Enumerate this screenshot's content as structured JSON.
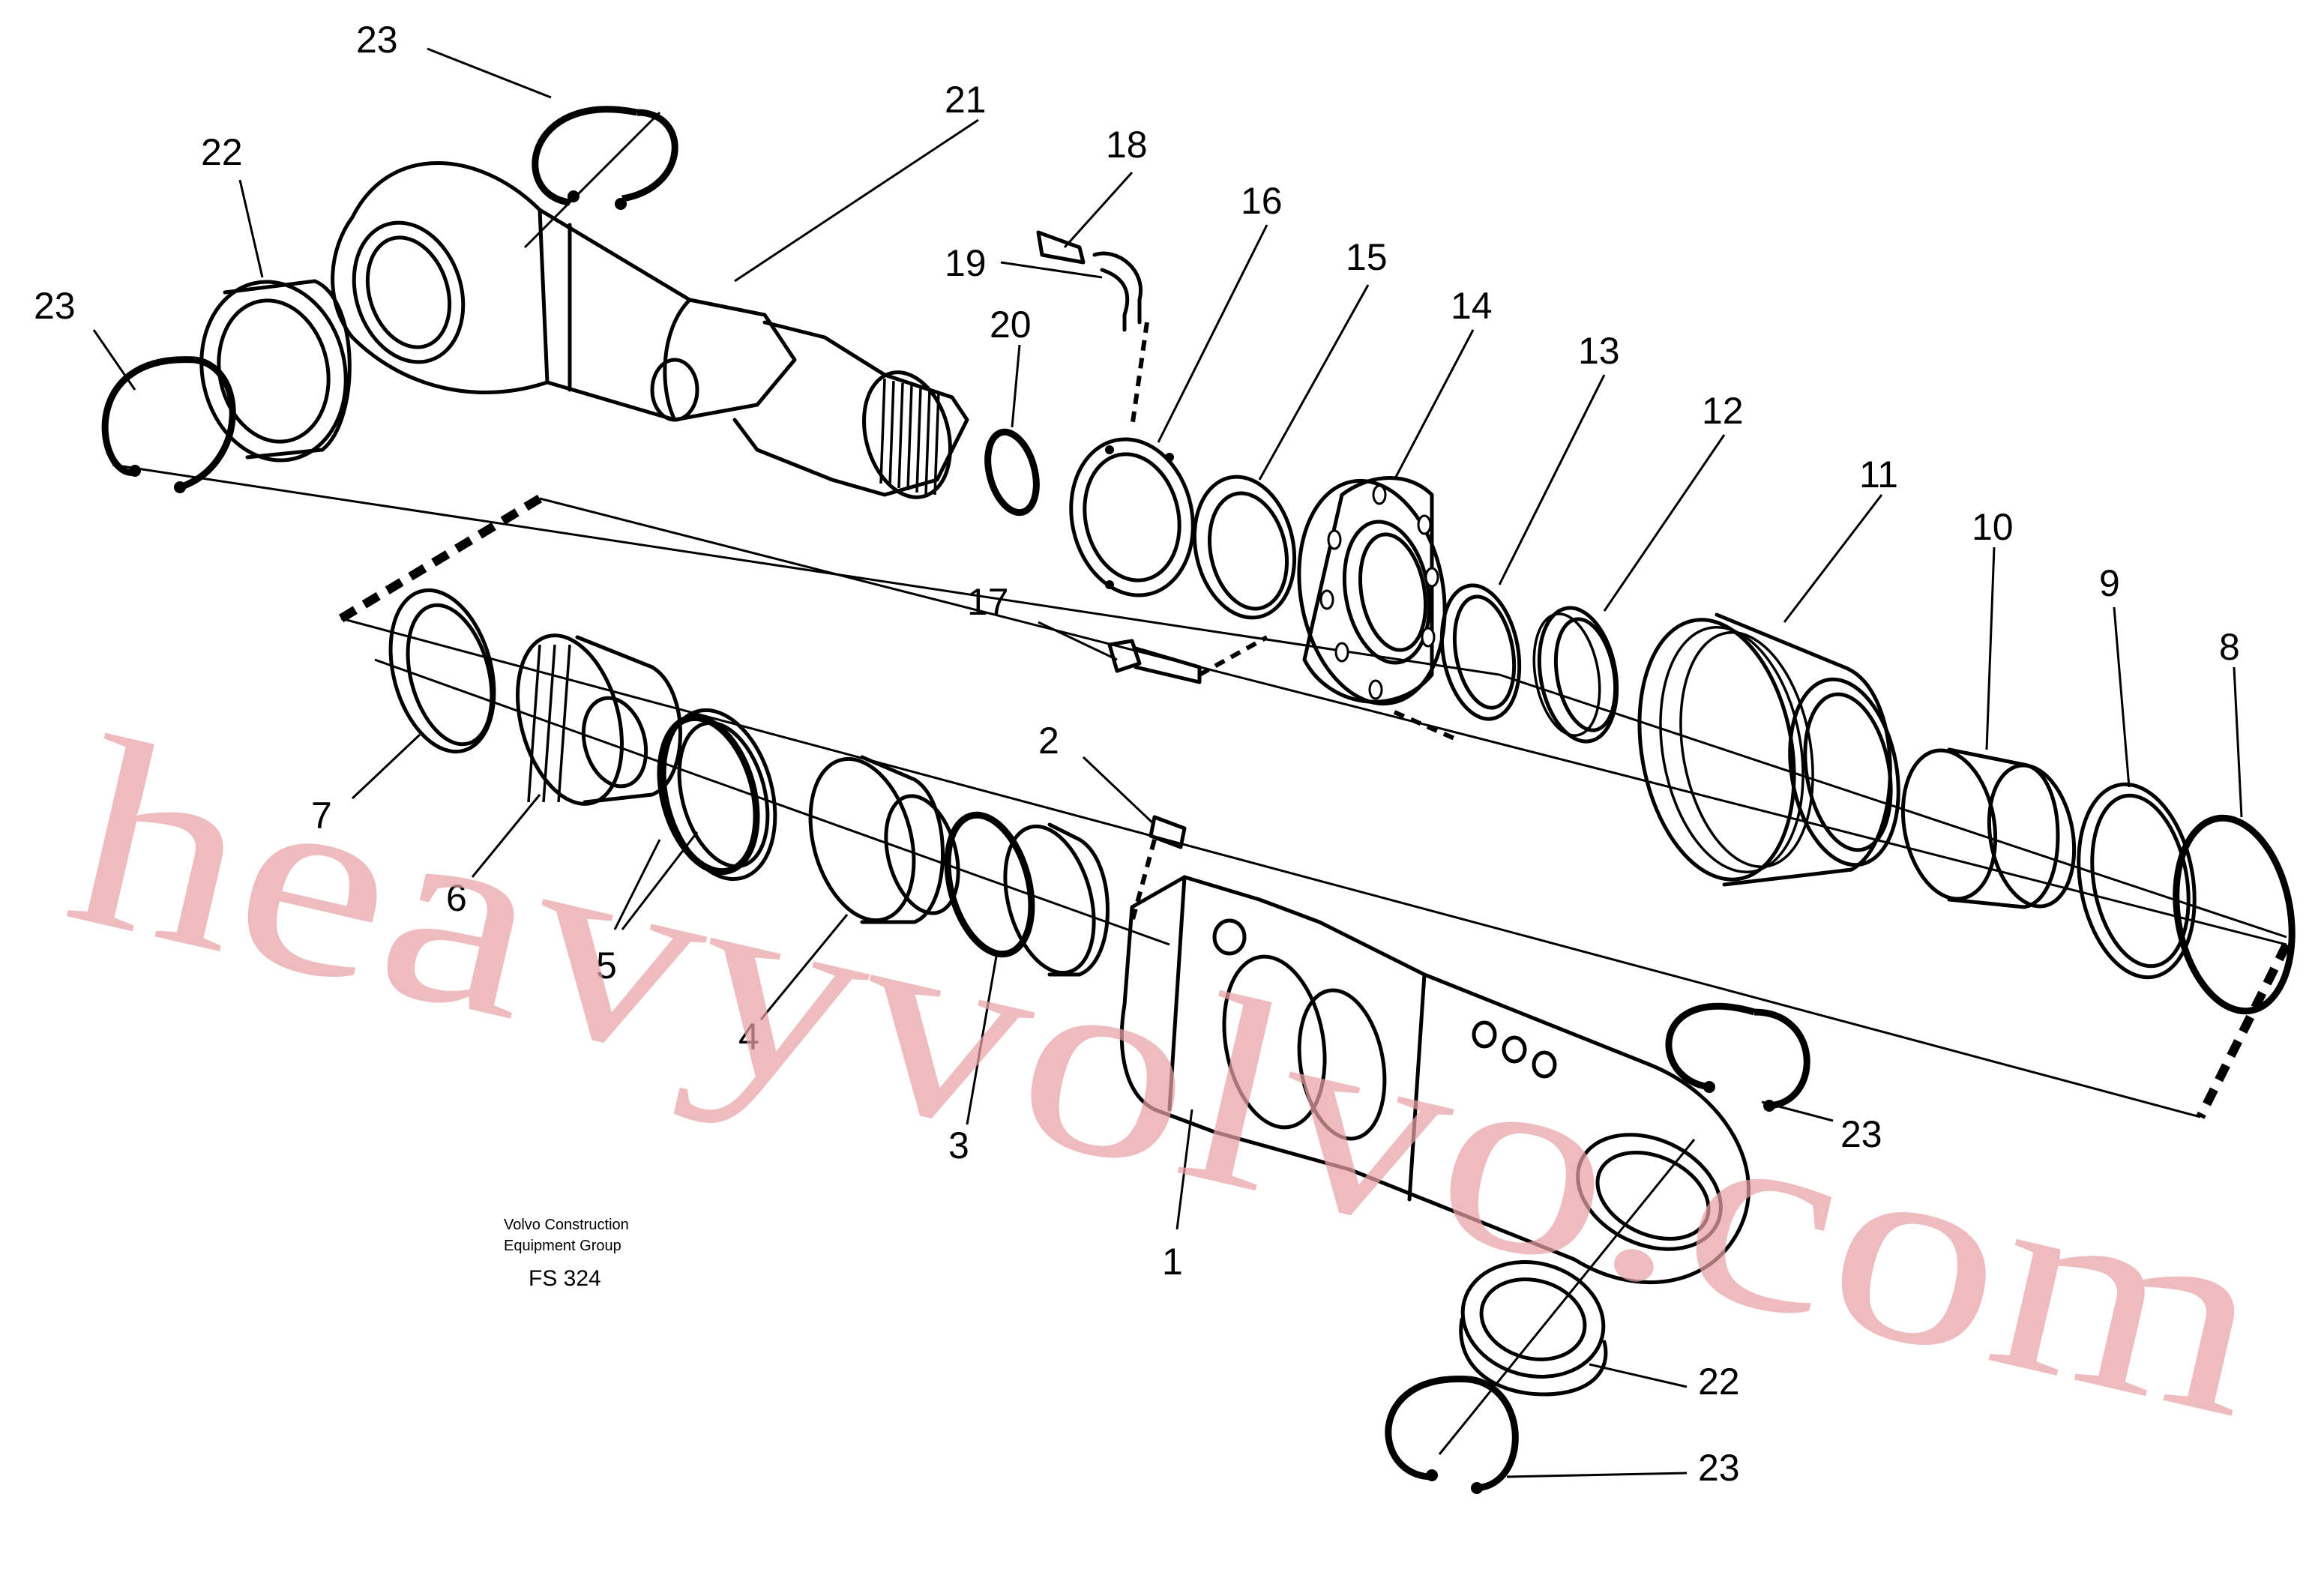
{
  "diagram": {
    "callouts": [
      {
        "id": "c23a",
        "label": "23"
      },
      {
        "id": "c22a",
        "label": "22"
      },
      {
        "id": "c23b",
        "label": "23"
      },
      {
        "id": "c21",
        "label": "21"
      },
      {
        "id": "c18",
        "label": "18"
      },
      {
        "id": "c19",
        "label": "19"
      },
      {
        "id": "c20",
        "label": "20"
      },
      {
        "id": "c16",
        "label": "16"
      },
      {
        "id": "c15",
        "label": "15"
      },
      {
        "id": "c14",
        "label": "14"
      },
      {
        "id": "c13",
        "label": "13"
      },
      {
        "id": "c12",
        "label": "12"
      },
      {
        "id": "c11",
        "label": "11"
      },
      {
        "id": "c10",
        "label": "10"
      },
      {
        "id": "c9",
        "label": "9"
      },
      {
        "id": "c8",
        "label": "8"
      },
      {
        "id": "c17",
        "label": "17"
      },
      {
        "id": "c2",
        "label": "2"
      },
      {
        "id": "c7",
        "label": "7"
      },
      {
        "id": "c6",
        "label": "6"
      },
      {
        "id": "c5",
        "label": "5"
      },
      {
        "id": "c4",
        "label": "4"
      },
      {
        "id": "c3",
        "label": "3"
      },
      {
        "id": "c1",
        "label": "1"
      },
      {
        "id": "c23c",
        "label": "23"
      },
      {
        "id": "c22b",
        "label": "22"
      },
      {
        "id": "c23d",
        "label": "23"
      }
    ],
    "footer": {
      "line1": "Volvo Construction",
      "line2": "Equipment Group",
      "code": "FS 324"
    },
    "watermark": "heavyvolvo.com"
  },
  "colors": {
    "ink": "#000000",
    "watermark": "#e8a3a6",
    "background": "#ffffff"
  }
}
